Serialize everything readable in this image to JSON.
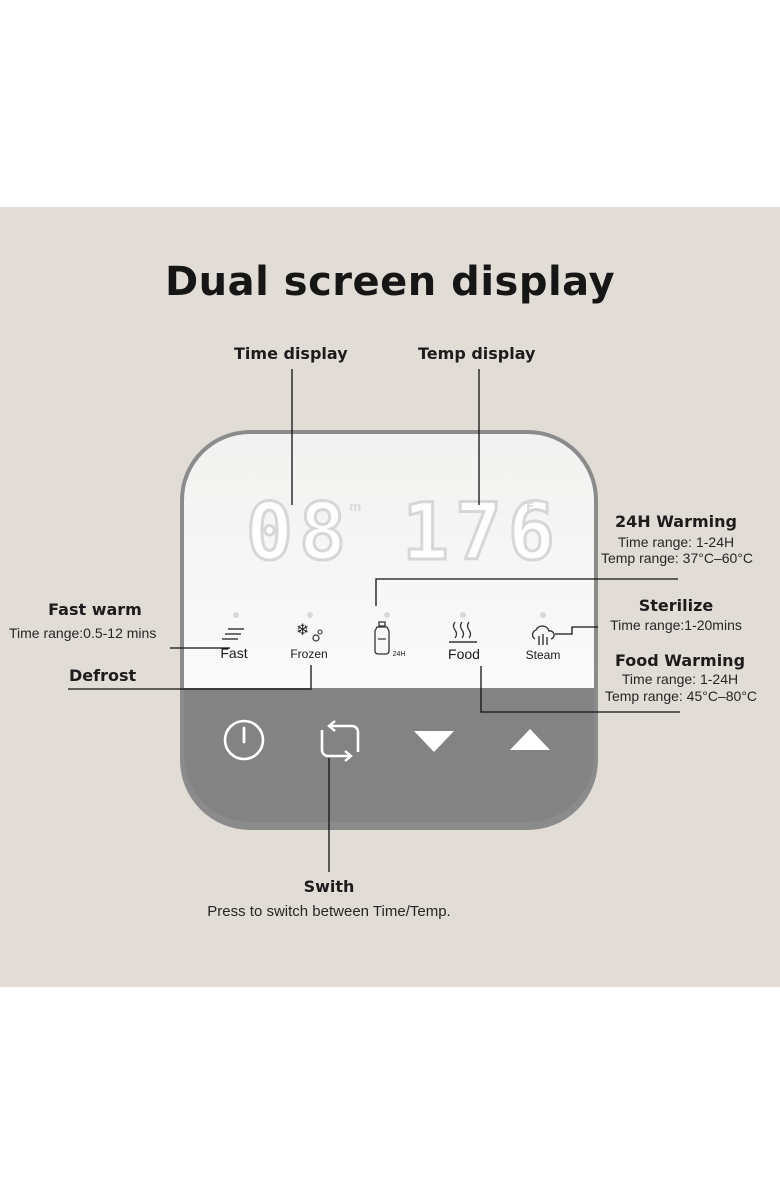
{
  "title": "Dual screen display",
  "labels": {
    "time_display": "Time display",
    "temp_display": "Temp display",
    "warming24": {
      "title": "24H Warming",
      "time": "Time range: 1-24H",
      "temp": "Temp range: 37°C–60°C"
    },
    "fast_warm": {
      "title": "Fast warm",
      "time": "Time range:0.5-12 mins"
    },
    "sterilize": {
      "title": "Sterilize",
      "time": "Time range:1-20mins"
    },
    "food_warming": {
      "title": "Food Warming",
      "time": "Time range: 1-24H",
      "temp": "Temp range: 45°C–80°C"
    },
    "defrost": "Defrost",
    "switch": {
      "title": "Swith",
      "desc": "Press to switch between Time/Temp."
    }
  },
  "display": {
    "time_value": "08",
    "time_unit": "m",
    "temp_value": "176",
    "temp_unit": "°F"
  },
  "modes": {
    "fast": "Fast",
    "frozen": "Frozen",
    "h24": "24H",
    "food": "Food",
    "steam": "Steam"
  },
  "colors": {
    "background": "#e2dcd6",
    "device_frame": "#8b8b8b",
    "button_panel": "#838383"
  },
  "icons": [
    "power-icon",
    "switch-icon",
    "down-arrow-icon",
    "up-arrow-icon",
    "fast-icon",
    "snowflake-icon",
    "bottle-icon",
    "food-steam-icon",
    "cloud-steam-icon"
  ]
}
